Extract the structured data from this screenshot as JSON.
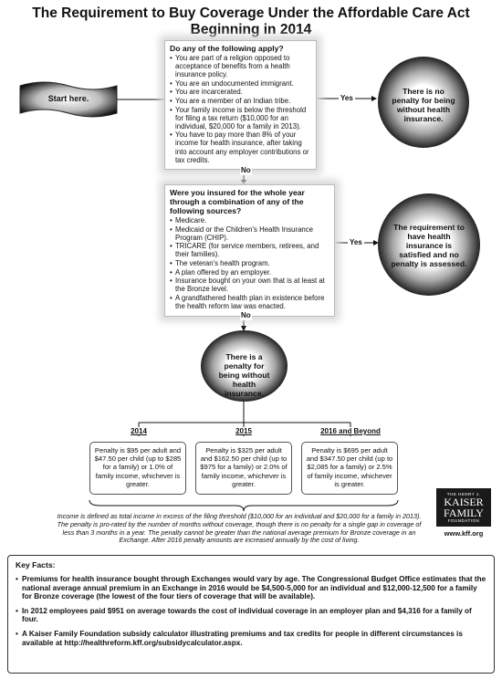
{
  "title": {
    "line1": "The Requirement to Buy Coverage Under the Affordable Care Act",
    "line2": "Beginning in 2014"
  },
  "start": {
    "label": "Start here."
  },
  "question1": {
    "heading": "Do any of the following apply?",
    "items": [
      "You are part of a religion opposed to acceptance of benefits from a health insurance policy.",
      "You are an undocumented immigrant.",
      "You are incarcerated.",
      "You are a member of an Indian tribe.",
      "Your family income is below the threshold for filing a tax return ($10,000 for an individual, $20,000 for a family in 2013).",
      "You have to pay more than 8% of your income for health insurance, after taking into account any employer contributions or tax credits."
    ]
  },
  "question2": {
    "heading": "Were you insured for the whole year through a combination of any of the following sources?",
    "items": [
      "Medicare.",
      "Medicaid or the Children's Health Insurance Program (CHIP).",
      "TRICARE (for service members, retirees, and their families).",
      "The veteran's health program.",
      "A plan offered by an employer.",
      "Insurance bought on your own that is at least at the Bronze level.",
      "A grandfathered health plan in existence before the health reform law was enacted."
    ]
  },
  "labels": {
    "yes1": "Yes",
    "yes2": "Yes",
    "no1": "No",
    "no2": "No"
  },
  "outcome1": {
    "text": "There is no penalty for being without health insurance."
  },
  "outcome2": {
    "text": "The requirement to have health insurance is satisfied and no penalty is assessed."
  },
  "outcome3": {
    "text": "There is a penalty for being without health insurance."
  },
  "penalties": [
    {
      "year": "2014",
      "text": "Penalty is $95 per adult and $47.50 per child (up to $285 for a family) or 1.0% of family income, whichever is greater."
    },
    {
      "year": "2015",
      "text": "Penalty is $325 per adult and $162.50 per child (up to $975 for a family) or 2.0% of family income, whichever is greater."
    },
    {
      "year": "2016 and Beyond",
      "text": "Penalty is $695 per adult and $347.50 per child (up to $2,085 for a family) or 2.5% of family income, whichever is greater."
    }
  ],
  "footnote": "Income is defined as total income in excess of the filing threshold ($10,000 for an individual and $20,000 for a family in 2013). The penalty is pro-rated by the number of months without coverage, though there is no penalty for a single gap in coverage of less than 3 months in a year. The penalty cannot be greater than the national average premium for Bronze coverage in an Exchange. After 2016 penalty amounts are increased annually by the cost of living.",
  "logo": {
    "line1": "THE HENRY J.",
    "line2": "KAISER",
    "line3": "FAMILY",
    "line4": "FOUNDATION",
    "url": "www.kff.org"
  },
  "key_facts": {
    "heading": "Key Facts:",
    "items": [
      "Premiums for health insurance bought through Exchanges would vary by age. The Congressional Budget Office estimates that the national average annual premium in an Exchange in 2016 would be $4,500-5,000 for an individual and $12,000-12,500 for a family for Bronze coverage (the lowest of the four tiers of coverage that will be available).",
      "In 2012 employees paid $951 on average towards the cost of individual coverage in an employer plan and $4,316 for a family of four.",
      "A Kaiser Family Foundation subsidy calculator illustrating premiums and tax credits for people in different circumstances is available at http://healthreform.kff.org/subsidycalculator.aspx."
    ]
  },
  "colors": {
    "dark": "#1a1a1a",
    "glow": "#d9d9d9"
  }
}
